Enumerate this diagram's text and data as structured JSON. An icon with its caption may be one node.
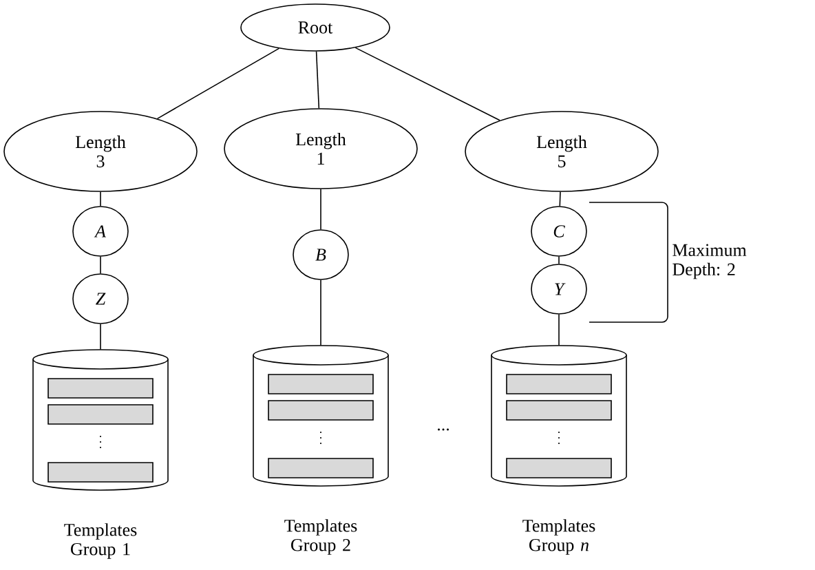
{
  "diagram": {
    "nodes": [
      {
        "text": [
          "Root"
        ]
      },
      {
        "text": [
          "Length 3"
        ]
      },
      {
        "text": [
          "Length 1"
        ]
      },
      {
        "text": [
          "Length 5"
        ]
      },
      {
        "text": [
          "A"
        ]
      },
      {
        "text": [
          "Z"
        ]
      },
      {
        "text": [
          "B"
        ]
      },
      {
        "text": [
          "C"
        ]
      },
      {
        "text": [
          "Y"
        ]
      },
      {
        "text": [],
        "shape": "cylinder",
        "beside": [
          "Templates Group 1"
        ]
      },
      {
        "text": [],
        "shape": "cylinder",
        "beside": [
          "Templates Group 2"
        ]
      },
      {
        "text": [],
        "shape": "cylinder",
        "beside": [
          "Templates Group *n*"
        ]
      }
    ],
    "edges": [
      {
        "from": 0,
        "to": 1,
        "arrow": "none"
      },
      {
        "from": 0,
        "to": 2,
        "arrow": "none"
      },
      {
        "from": 0,
        "to": 3,
        "arrow": "none"
      },
      {
        "from": 1,
        "to": 4,
        "arrow": "none"
      },
      {
        "from": 4,
        "to": 5,
        "arrow": "none"
      },
      {
        "from": 5,
        "to": 9,
        "arrow": "none"
      },
      {
        "from": 2,
        "to": 6,
        "arrow": "none"
      },
      {
        "from": 6,
        "to": 10,
        "arrow": "none"
      },
      {
        "from": 3,
        "to": 7,
        "arrow": "none"
      },
      {
        "from": 7,
        "to": 8,
        "arrow": "none"
      },
      {
        "from": 8,
        "to": 11,
        "arrow": "none"
      }
    ],
    "labels": [
      "...",
      "Maximum Depth: 2"
    ]
  }
}
